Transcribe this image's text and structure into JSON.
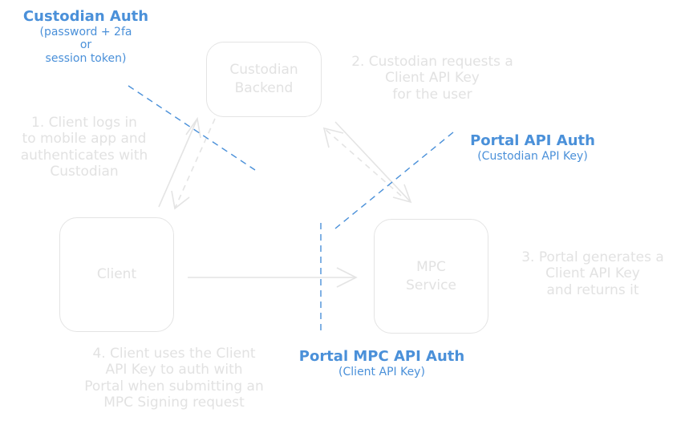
{
  "boxes": {
    "custodian_backend": "Custodian\nBackend",
    "client": "Client",
    "mpc_service": "MPC\nService"
  },
  "steps": {
    "step1": [
      "1. Client logs in",
      "to mobile app and",
      "authenticates with",
      "Custodian"
    ],
    "step2": [
      "2. Custodian requests a",
      "Client API Key",
      "for the user"
    ],
    "step3": [
      "3. Portal generates a",
      "Client API Key",
      "and returns it"
    ],
    "step4": [
      "4. Client uses the Client",
      "API Key to auth with",
      "Portal when submitting an",
      "MPC Signing request"
    ]
  },
  "auth_labels": {
    "custodian": {
      "title": "Custodian Auth",
      "lines": [
        "(password + 2fa",
        "or",
        "session token)"
      ]
    },
    "portal_api": {
      "title": "Portal API Auth",
      "lines": [
        "(Custodian API Key)"
      ]
    },
    "portal_mpc": {
      "title": "Portal MPC API Auth",
      "lines": [
        "(Client API Key)"
      ]
    }
  },
  "colors": {
    "accent_blue": "#4a90d9",
    "faint_gray": "#e2e2e2",
    "box_border": "#e4e4e4"
  }
}
